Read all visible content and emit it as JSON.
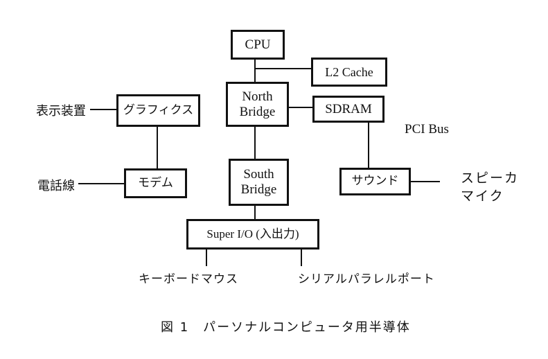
{
  "nodes": {
    "cpu": "CPU",
    "l2_cache": "L2 Cache",
    "north_bridge": [
      "North",
      "Bridge"
    ],
    "sdram": "SDRAM",
    "south_bridge": [
      "South",
      "Bridge"
    ],
    "super_io": "Super I/O (入出力)",
    "graphics": "グラフィクス",
    "modem": "モデム",
    "sound": "サウンド"
  },
  "labels": {
    "display": "表示装置",
    "phone_line": "電話線",
    "pci_bus": "PCI Bus",
    "speaker": "スピーカ",
    "mic": "マイク",
    "keyboard_mouse": "キーボードマウス",
    "serial_parallel": "シリアルパラレルポート"
  },
  "caption": "図 1　パーソナルコンピュータ用半導体"
}
